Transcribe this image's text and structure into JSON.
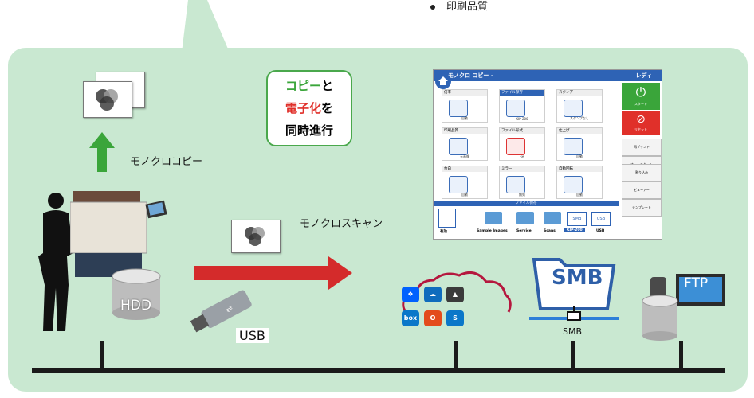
{
  "bullet": "印刷品質",
  "badge": {
    "line1_a": "コピー",
    "line1_b": "と",
    "line2_a": "電子化",
    "line2_b": "を",
    "line3": "同時進行"
  },
  "labels": {
    "mono_copy": "モノクロコピー",
    "mono_scan": "モノクロスキャン",
    "hdd": "HDD",
    "usb": "USB",
    "smb_big": "SMB",
    "smb_small": "SMB",
    "ftp": "FTP"
  },
  "screen": {
    "title": "モノクロ コピー -",
    "status": "レディ",
    "tiles": [
      {
        "head": "倍率",
        "label": "自動"
      },
      {
        "head": "ファイル保存",
        "label": "KIP-200"
      },
      {
        "head": "スタンプ",
        "label": "スタンプなし"
      },
      {
        "head": "印刷品質",
        "label": "元画像"
      },
      {
        "head": "ファイル形式",
        "label": "tiff"
      },
      {
        "head": "仕上げ",
        "label": "自動"
      },
      {
        "head": "余白",
        "label": "自動"
      },
      {
        "head": "ミラー",
        "label": "無効"
      },
      {
        "head": "自動回転",
        "label": "自動"
      }
    ],
    "side": [
      "スタート",
      "リセット",
      "再プリント",
      "オートスタート",
      "割り込み",
      "ビューアー",
      "テンプレート"
    ],
    "bar_title": "ファイル保存",
    "bottom": [
      "有効",
      "Sample Images",
      "Service",
      "Scans",
      "KIP-200",
      "USB"
    ]
  },
  "cloud_icons": [
    "dropbox",
    "onedrive",
    "google-drive",
    "box",
    "office",
    "sharepoint"
  ],
  "colors": {
    "panel": "#c9e8d1",
    "arrow_red": "#d42b2b",
    "arrow_green": "#3aa53a",
    "badge_border": "#4aa84c"
  }
}
